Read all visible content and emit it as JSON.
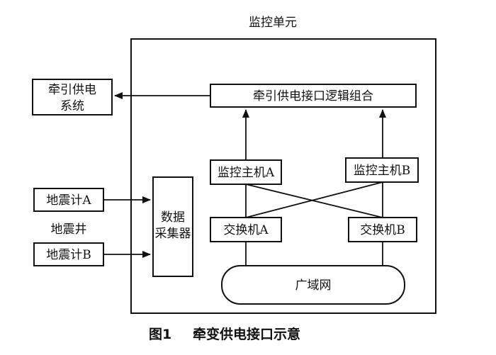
{
  "monitoring_unit": {
    "title": "监控单元"
  },
  "traction_power_system": {
    "line1": "牵引供电",
    "line2": "系统"
  },
  "interface_logic": {
    "label": "牵引供电接口逻辑组合"
  },
  "host_a": {
    "label": "监控主机A"
  },
  "host_b": {
    "label": "监控主机B"
  },
  "switch_a": {
    "label": "交换机A"
  },
  "switch_b": {
    "label": "交换机B"
  },
  "wan": {
    "label": "广域网"
  },
  "data_collector": {
    "line1": "数据",
    "line2": "采集器"
  },
  "seismometer_a": {
    "label": "地震计A"
  },
  "seismometer_b": {
    "label": "地震计B"
  },
  "seismic_well": {
    "label": "地震井"
  },
  "caption": {
    "number": "图1",
    "text": "牵变供电接口示意"
  },
  "colors": {
    "ink": "#111111",
    "background": "#ffffff"
  }
}
